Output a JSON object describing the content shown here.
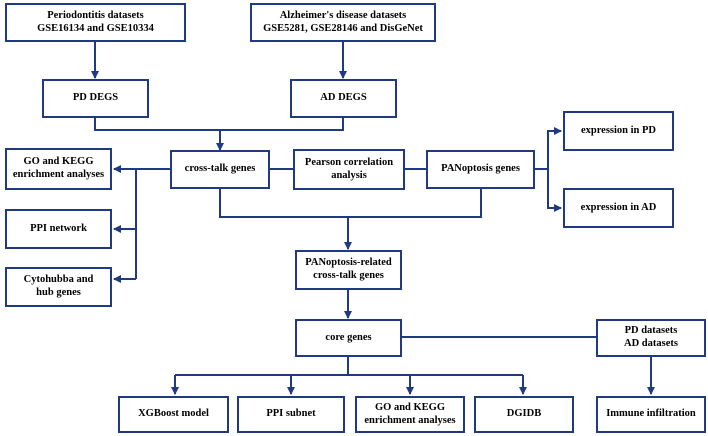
{
  "colors": {
    "line": "#1f3a80",
    "box_border": "#1f3a80",
    "text": "#000000",
    "background": "#ffffff"
  },
  "nodes": {
    "periodontitis_datasets": {
      "line1": "Periodontitis datasets",
      "line2": "GSE16134 and GSE10334"
    },
    "alzheimers_datasets": {
      "line1": "Alzheimer's disease datasets",
      "line2": "GSE5281, GSE28146 and DisGeNet"
    },
    "pd_degs": {
      "label": "PD DEGS"
    },
    "ad_degs": {
      "label": "AD DEGS"
    },
    "go_kegg_top": {
      "line1": "GO and KEGG",
      "line2": "enrichment analyses"
    },
    "cross_talk_genes": {
      "label": "cross-talk genes"
    },
    "pearson_correlation": {
      "line1": "Pearson correlation",
      "line2": "analysis"
    },
    "panoptosis_genes": {
      "label": "PANoptosis genes"
    },
    "expression_pd": {
      "label": "expression in PD"
    },
    "expression_ad": {
      "label": "expression in AD"
    },
    "ppi_network": {
      "label": "PPI network"
    },
    "cytohubba": {
      "line1": "Cytohubba and",
      "line2": "hub genes"
    },
    "panoptosis_related": {
      "line1": "PANoptosis-related",
      "line2": "cross-talk genes"
    },
    "core_genes": {
      "label": "core genes"
    },
    "pd_ad_datasets": {
      "line1": "PD datasets",
      "line2": "AD datasets"
    },
    "xgboost_model": {
      "label": "XGBoost model"
    },
    "ppi_subnet": {
      "label": "PPI subnet"
    },
    "go_kegg_bottom": {
      "line1": "GO and KEGG",
      "line2": "enrichment analyses"
    },
    "dgidb": {
      "label": "DGIDB"
    },
    "immune_infiltration": {
      "label": "Immune infiltration"
    }
  }
}
